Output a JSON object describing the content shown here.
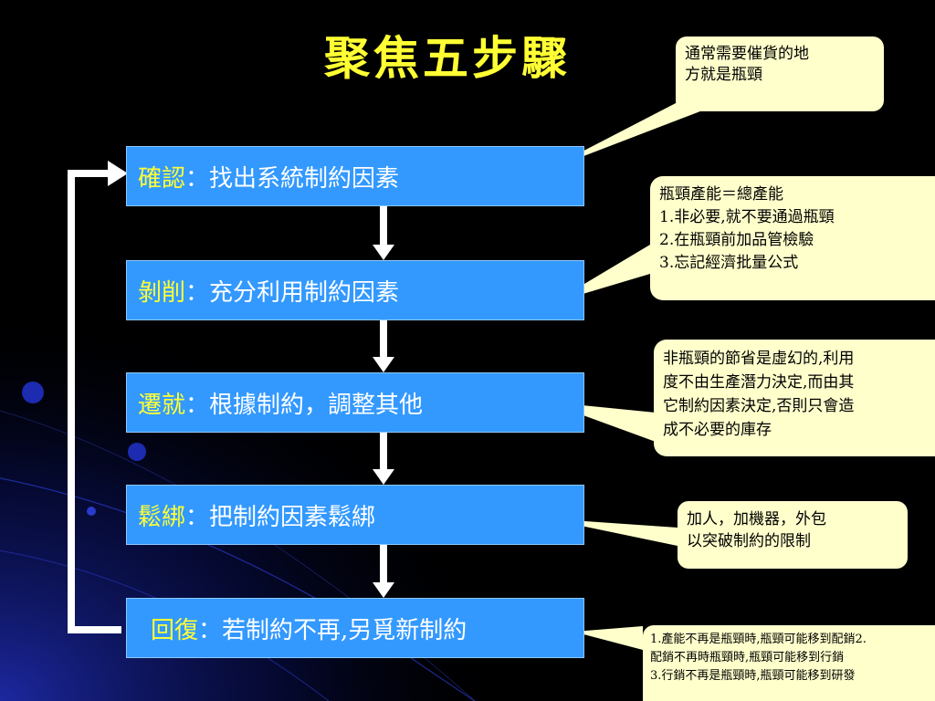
{
  "slide": {
    "title": "聚焦五步驟",
    "steps": [
      {
        "keyword": "確認",
        "separator": "：",
        "text": "找出系統制約因素"
      },
      {
        "keyword": "剝削",
        "separator": "：",
        "text": "充分利用制約因素"
      },
      {
        "keyword": "遷就",
        "separator": "：",
        "text": "根據制約，調整其他"
      },
      {
        "keyword": "鬆綁",
        "separator": "：",
        "text": "把制約因素鬆綁"
      },
      {
        "keyword": "回復",
        "separator": "：",
        "text": "若制約不再,另覓新制約"
      }
    ],
    "callouts": [
      {
        "lines": [
          "通常需要催貨的地",
          "方就是瓶頸"
        ]
      },
      {
        "lines": [
          "瓶頸產能＝總產能",
          "1.非必要,就不要通過瓶頸",
          "2.在瓶頸前加品管檢驗",
          "3.忘記經濟批量公式"
        ]
      },
      {
        "lines": [
          "非瓶頸的節省是虛幻的,利用",
          "度不由生產潛力決定,而由其",
          "它制約因素決定,否則只會造",
          "成不必要的庫存"
        ]
      },
      {
        "lines": [
          "加人，加機器，外包",
          "以突破制約的限制"
        ]
      },
      {
        "lines": [
          "1.產能不再是瓶頸時,瓶頸可能移到配銷2.",
          "配銷不再時瓶頸時,瓶頸可能移到行銷",
          "3.行銷不再是瓶頸時,瓶頸可能移到研發"
        ]
      }
    ],
    "colors": {
      "background": "#000000",
      "title": "#ffff33",
      "step_box": "#3399ff",
      "keyword": "#ffff33",
      "callout": "#ffffcc",
      "arrow": "#ffffff"
    }
  }
}
